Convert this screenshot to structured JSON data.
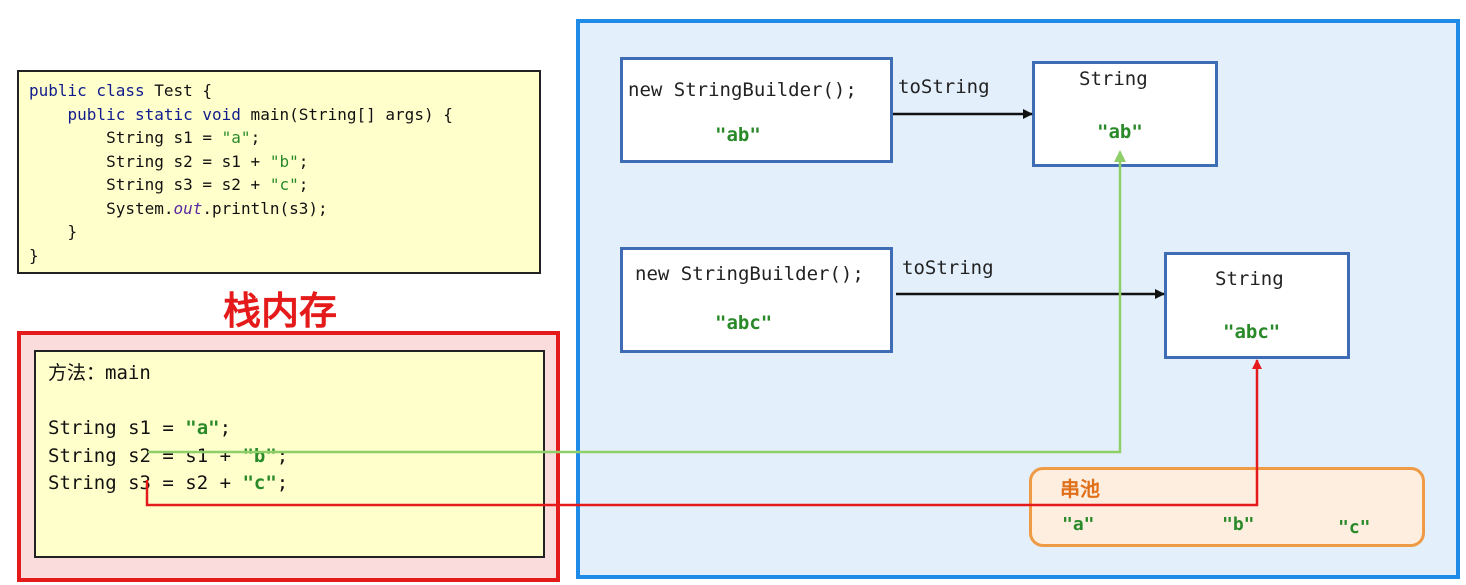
{
  "code": {
    "lines": [
      [
        {
          "t": "public class",
          "c": "kw"
        },
        {
          "t": " Test {",
          "c": ""
        }
      ],
      [
        {
          "t": "    ",
          "c": ""
        },
        {
          "t": "public static void",
          "c": "kw"
        },
        {
          "t": " main(String[] args) {",
          "c": ""
        }
      ],
      [
        {
          "t": "        String s1 = ",
          "c": ""
        },
        {
          "t": "\"a\"",
          "c": "str"
        },
        {
          "t": ";",
          "c": ""
        }
      ],
      [
        {
          "t": "        String s2 = s1 + ",
          "c": ""
        },
        {
          "t": "\"b\"",
          "c": "str"
        },
        {
          "t": ";",
          "c": ""
        }
      ],
      [
        {
          "t": "        String s3 = s2 + ",
          "c": ""
        },
        {
          "t": "\"c\"",
          "c": "str"
        },
        {
          "t": ";",
          "c": ""
        }
      ],
      [
        {
          "t": "        System.",
          "c": ""
        },
        {
          "t": "out",
          "c": "ital"
        },
        {
          "t": ".println(s3);",
          "c": ""
        }
      ],
      [
        {
          "t": "    }",
          "c": ""
        }
      ],
      [
        {
          "t": "}",
          "c": ""
        }
      ]
    ]
  },
  "stack": {
    "title": "栈内存",
    "method_label": "方法：main",
    "lines": [
      {
        "pre": "String s1 = ",
        "val": "\"a\"",
        "post": ";"
      },
      {
        "pre": "String s2 = s1 + ",
        "val": "\"b\"",
        "post": ";"
      },
      {
        "pre": "String s3 = s2 + ",
        "val": "\"c\"",
        "post": ";"
      }
    ]
  },
  "heap": {
    "builder1": {
      "code": "new StringBuilder();",
      "value": "\"ab\""
    },
    "builder2": {
      "code": "new StringBuilder();",
      "value": "\"abc\""
    },
    "tostring1": "toString",
    "tostring2": "toString",
    "string1": {
      "label": "String",
      "value": "\"ab\""
    },
    "string2": {
      "label": "String",
      "value": "\"abc\""
    },
    "pool": {
      "label": "串池",
      "items": [
        "\"a\"",
        "\"b\"",
        "\"c\""
      ]
    }
  },
  "colors": {
    "stack_border": "#e51a1a",
    "heap_border": "#1e8be8",
    "pool_border": "#ef9a44",
    "green_arrow": "#8fcf6a",
    "red_arrow": "#e51a1a",
    "value_green": "#2a8a2a"
  }
}
